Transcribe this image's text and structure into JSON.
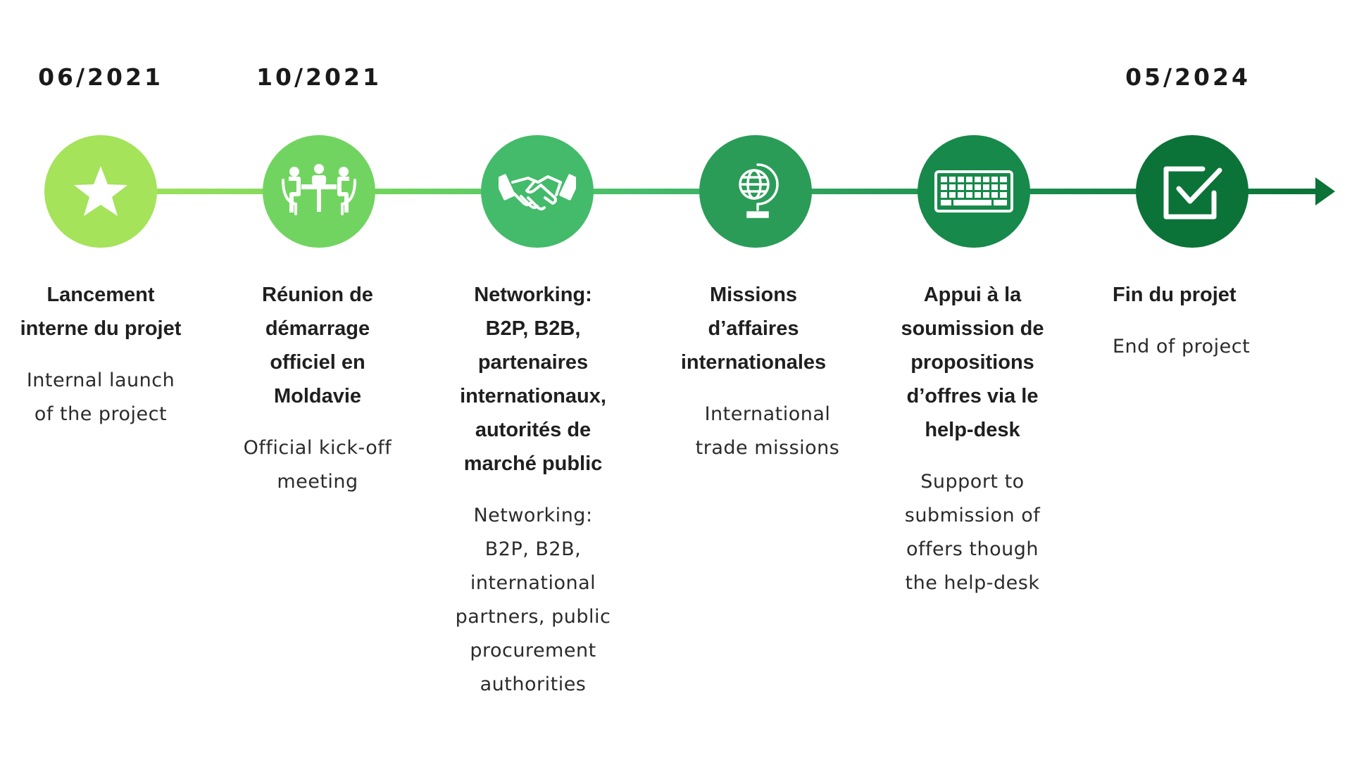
{
  "dates": {
    "d1": "06/2021",
    "d2": "10/2021",
    "d6": "05/2024"
  },
  "colors": {
    "node1": "#a4e35a",
    "node2": "#72d460",
    "node3": "#43bb6a",
    "node4": "#2a9c58",
    "node5": "#17894a",
    "node6": "#0b7337"
  },
  "milestones": [
    {
      "icon": "star-icon",
      "title_lines": [
        "Lancement",
        "interne du projet"
      ],
      "desc_lines": [
        "Internal launch",
        "of the project"
      ]
    },
    {
      "icon": "meeting-table-icon",
      "title_lines": [
        "Réunion de",
        "démarrage",
        "officiel en",
        "Moldavie"
      ],
      "desc_lines": [
        "Official kick-off",
        "meeting"
      ]
    },
    {
      "icon": "handshake-icon",
      "title_lines": [
        "Networking:",
        "B2P, B2B,",
        "partenaires",
        "internationaux,",
        "autorités de",
        "marché public"
      ],
      "desc_lines": [
        "Networking:",
        "B2P, B2B,",
        "international",
        "partners, public",
        "procurement",
        "authorities"
      ]
    },
    {
      "icon": "globe-icon",
      "title_lines": [
        "Missions",
        "d’affaires",
        "internationales"
      ],
      "desc_lines": [
        "International",
        "trade missions"
      ]
    },
    {
      "icon": "keyboard-icon",
      "title_lines": [
        "Appui à la",
        "soumission de",
        "propositions",
        "d’offres via le",
        "help-desk"
      ],
      "desc_lines": [
        "Support to",
        "submission of",
        "offers though",
        "the help-desk"
      ]
    },
    {
      "icon": "checkbox-icon",
      "title_lines": [
        "Fin du projet"
      ],
      "desc_lines": [
        "End of project"
      ]
    }
  ]
}
